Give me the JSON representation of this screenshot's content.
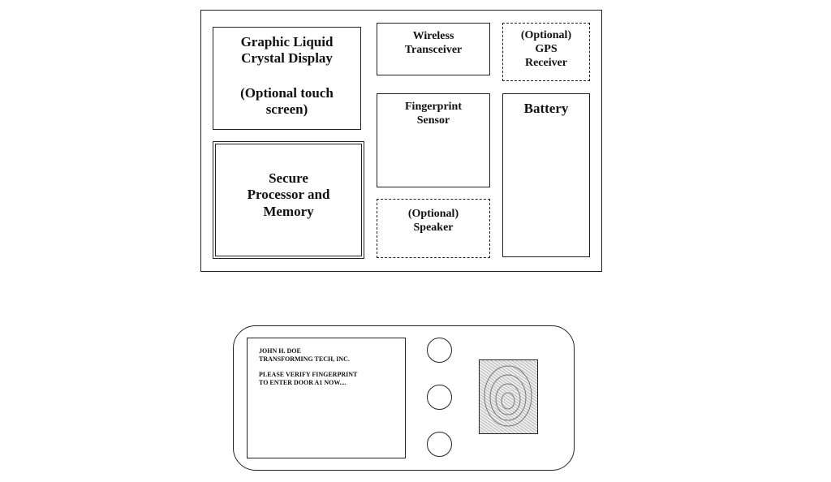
{
  "block_diagram": {
    "lcd": {
      "line1": "Graphic Liquid",
      "line2": "Crystal Display",
      "line3": "(Optional touch",
      "line4": "screen)"
    },
    "processor": {
      "line1": "Secure",
      "line2": "Processor and",
      "line3": "Memory"
    },
    "wireless": {
      "line1": "Wireless",
      "line2": "Transceiver"
    },
    "gps": {
      "line1": "(Optional)",
      "line2": "GPS",
      "line3": "Receiver"
    },
    "fingerprint": {
      "line1": "Fingerprint",
      "line2": "Sensor"
    },
    "battery": {
      "line1": "Battery"
    },
    "speaker": {
      "line1": "(Optional)",
      "line2": "Speaker"
    }
  },
  "device": {
    "screen": {
      "line1": "JOHN H. DOE",
      "line2": "TRANSFORMING TECH, INC.",
      "line3": "PLEASE VERIFY FINGERPRINT",
      "line4": "TO ENTER DOOR A1 NOW...."
    },
    "buttons": 3
  }
}
